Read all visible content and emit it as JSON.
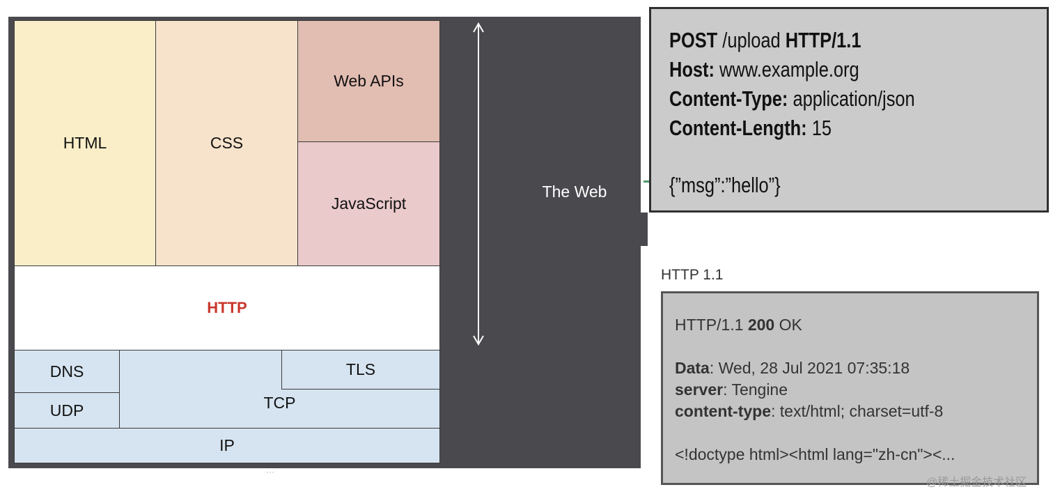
{
  "stack": {
    "html": "HTML",
    "css": "CSS",
    "web_apis": "Web APIs",
    "javascript": "JavaScript",
    "http": "HTTP",
    "dns": "DNS",
    "udp": "UDP",
    "tcp": "TCP",
    "tls": "TLS",
    "ip": "IP"
  },
  "web_label": "The Web",
  "request": {
    "l1_method": "POST",
    "l1_path": " /upload ",
    "l1_proto": "HTTP/1.1",
    "l2_key": "Host:",
    "l2_val": " www.example.org",
    "l3_key": "Content-Type:",
    "l3_val": " application/json",
    "l4_key": "Content-Length:",
    "l4_val": " 15",
    "body": "{”msg”:”hello”}"
  },
  "response_label": "HTTP 1.1",
  "response": {
    "status_proto": "HTTP/1.1 ",
    "status_code": "200",
    "status_text": " OK",
    "h1_key": "Data",
    "h1_val": ": Wed, 28 Jul 2021 07:35:18",
    "h2_key": "server",
    "h2_val": ": Tengine",
    "h3_key": "content-type",
    "h3_val": ": text/html; charset=utf-8",
    "body": "<!doctype html><html lang=\"zh-cn\"><..."
  },
  "watermark": "@稀土掘金技术社区",
  "colors": {
    "panel": "#4a4a4e",
    "html": "#faeec9",
    "css": "#f7e3cb",
    "web_apis": "#e2bdb2",
    "javascript": "#ebcacb",
    "http_text": "#c9362b",
    "transport": "#d6e4f1"
  }
}
